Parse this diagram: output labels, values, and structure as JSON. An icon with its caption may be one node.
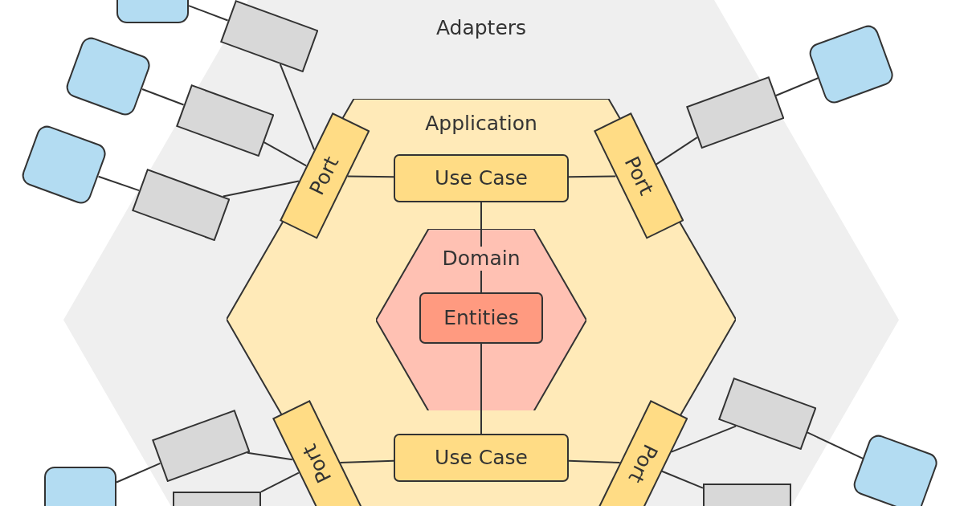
{
  "diagram": {
    "nodes": [
      {
        "text": [
          "Adapters"
        ]
      },
      {
        "text": [],
        "shape": "box",
        "in": 0
      },
      {
        "text": [],
        "shape": "box",
        "in": 0
      },
      {
        "text": [],
        "shape": "box",
        "in": 0
      },
      {
        "text": [],
        "shape": "box",
        "in": 0
      },
      {
        "text": [
          "Application"
        ],
        "in": 0
      },
      {
        "text": [
          "Port"
        ],
        "in": 5
      },
      {
        "text": [
          "Use Case"
        ],
        "in": 5
      },
      {
        "text": [
          "Port"
        ],
        "in": 5
      },
      {
        "text": [
          "Domain"
        ],
        "in": 5
      },
      {
        "text": [
          "Entities"
        ],
        "in": 9
      },
      {
        "text": [
          "Port"
        ],
        "in": 5
      },
      {
        "text": [
          "Use Case"
        ],
        "in": 5
      },
      {
        "text": [
          "Port"
        ],
        "in": 5
      },
      {
        "text": [],
        "shape": "box",
        "in": 0
      },
      {
        "text": [],
        "shape": "box",
        "in": 0
      },
      {
        "text": [],
        "shape": "box",
        "in": 0
      },
      {
        "text": [],
        "shape": "box",
        "in": 0
      },
      {
        "text": [],
        "shape": "box"
      },
      {
        "text": [],
        "shape": "box"
      },
      {
        "text": [],
        "shape": "box"
      },
      {
        "text": [],
        "shape": "box"
      },
      {
        "text": [],
        "shape": "box"
      },
      {
        "text": [],
        "shape": "box"
      }
    ],
    "edges": [
      {
        "from": 18,
        "to": 1,
        "arrow": "none"
      },
      {
        "from": 19,
        "to": 2,
        "arrow": "none"
      },
      {
        "from": 20,
        "to": 3,
        "arrow": "none"
      },
      {
        "from": 4,
        "to": 21,
        "arrow": "none"
      },
      {
        "from": 1,
        "to": 6,
        "arrow": "none"
      },
      {
        "from": 2,
        "to": 6,
        "arrow": "none"
      },
      {
        "from": 3,
        "to": 6,
        "arrow": "none"
      },
      {
        "from": 8,
        "to": 4,
        "arrow": "none"
      },
      {
        "from": 6,
        "to": 7,
        "arrow": "none"
      },
      {
        "from": 7,
        "to": 8,
        "arrow": "none"
      },
      {
        "from": 7,
        "to": 10,
        "arrow": "none"
      },
      {
        "from": 10,
        "to": 12,
        "arrow": "none"
      },
      {
        "from": 11,
        "to": 12,
        "arrow": "none"
      },
      {
        "from": 12,
        "to": 13,
        "arrow": "none"
      },
      {
        "from": 14,
        "to": 11,
        "arrow": "none"
      },
      {
        "from": 15,
        "to": 11,
        "arrow": "none"
      },
      {
        "from": 13,
        "to": 16,
        "arrow": "none"
      },
      {
        "from": 13,
        "to": 17,
        "arrow": "none"
      },
      {
        "from": 22,
        "to": 14,
        "arrow": "none"
      },
      {
        "from": 16,
        "to": 23,
        "arrow": "none"
      }
    ]
  }
}
